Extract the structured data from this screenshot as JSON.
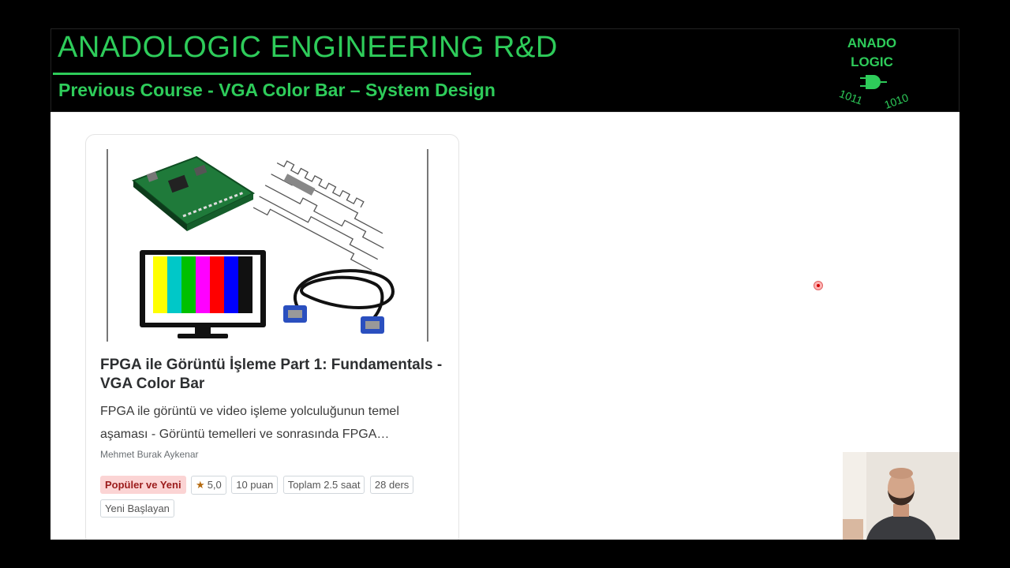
{
  "header": {
    "title": "ANADOLOGIC ENGINEERING R&D",
    "subtitle": "Previous Course - VGA Color Bar – System Design",
    "logo_line1": "ANADO",
    "logo_line2": "LOGIC",
    "logo_bits_left": "1011",
    "logo_bits_right": "1010"
  },
  "course_card": {
    "image_icons": [
      "fpga-board-icon",
      "timing-diagram-icon",
      "color-bar-monitor-icon",
      "vga-cable-icon"
    ],
    "color_bars": [
      "#ffffff",
      "#ffff00",
      "#00c8c8",
      "#00c000",
      "#ff00ff",
      "#ff0000",
      "#0000ff",
      "#111111"
    ],
    "title": "FPGA ile Görüntü İşleme Part 1: Fundamentals - VGA Color Bar",
    "description": "FPGA ile görüntü ve video işleme yolculuğunun temel aşaması - Görüntü temelleri ve sonrasında FPGA…",
    "author": "Mehmet Burak Aykenar",
    "badge_popular": "Popüler ve Yeni",
    "rating": "5,0",
    "points": "10 puan",
    "total": "Toplam 2.5 saat",
    "lessons": "28 ders",
    "level": "Yeni Başlayan"
  },
  "colors": {
    "accent_green": "#2ecc5a",
    "badge_red": "#fbd4d4"
  }
}
